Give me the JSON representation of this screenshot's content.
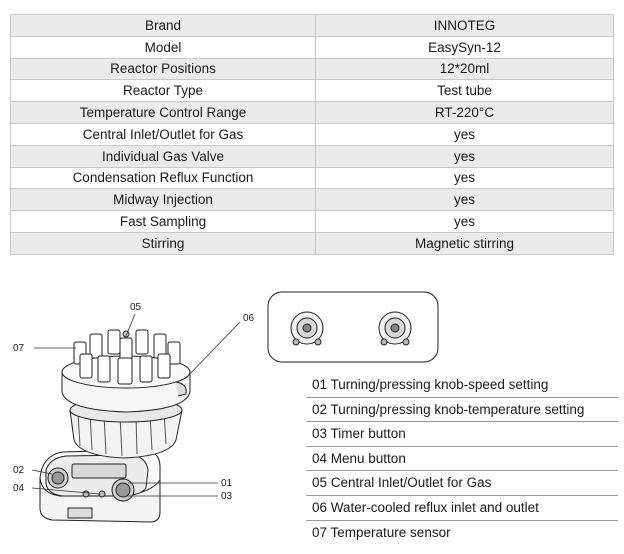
{
  "specs": [
    {
      "label": "Brand",
      "value": "INNOTEG"
    },
    {
      "label": "Model",
      "value": "EasySyn-12"
    },
    {
      "label": "Reactor Positions",
      "value": "12*20ml"
    },
    {
      "label": "Reactor Type",
      "value": "Test tube"
    },
    {
      "label": "Temperature Control Range",
      "value": "RT-220°C"
    },
    {
      "label": "Central Inlet/Outlet for Gas",
      "value": "yes"
    },
    {
      "label": "Individual Gas Valve",
      "value": "yes"
    },
    {
      "label": "Condensation Reflux Function",
      "value": "yes"
    },
    {
      "label": "Midway Injection",
      "value": "yes"
    },
    {
      "label": "Fast Sampling",
      "value": "yes"
    },
    {
      "label": "Stirring",
      "value": "Magnetic stirring"
    }
  ],
  "callouts": {
    "c01": "01",
    "c02": "02",
    "c03": "03",
    "c04": "04",
    "c05": "05",
    "c06": "06",
    "c07": "07"
  },
  "legend": [
    "01 Turning/pressing knob-speed setting",
    "02 Turning/pressing knob-temperature setting",
    "03 Timer button",
    "04 Menu button",
    "05 Central Inlet/Outlet  for  Gas",
    "06 Water-cooled reflux inlet and outlet",
    "07 Temperature sensor"
  ]
}
